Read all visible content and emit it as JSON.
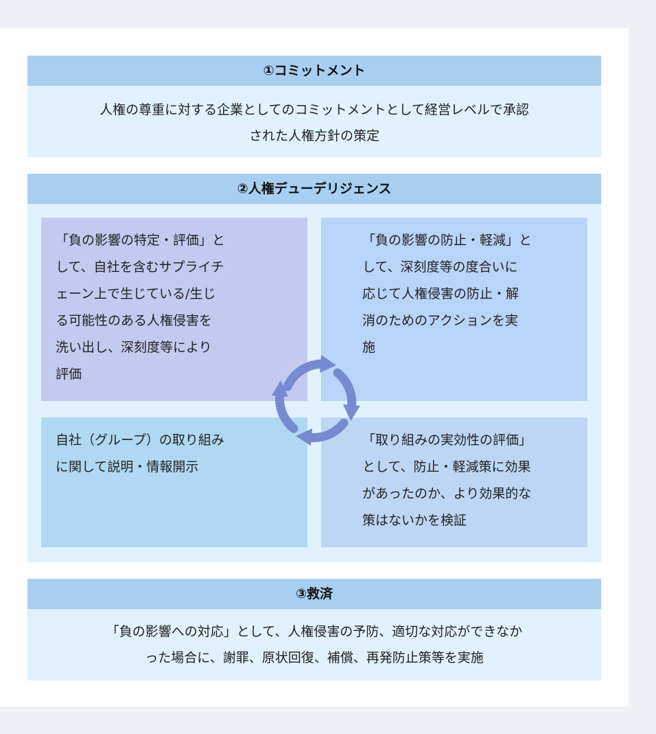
{
  "sections": {
    "commitment": {
      "title": "①コミットメント",
      "body": "人権の尊重に対する企業としてのコミットメントとして経営レベルで承認\nされた人権方針の策定"
    },
    "due_diligence": {
      "title": "②人権デューデリジェンス",
      "quadrants": {
        "top_left": "「負の影響の特定・評価」と\nして、自社を含むサプライチ\nェーン上で生じている/生じ\nる可能性のある人権侵害を\n洗い出し、深刻度等により\n評価",
        "top_right": "「負の影響の防止・軽減」と\nして、深刻度等の度合いに\n応じて人権侵害の防止・解\n消のためのアクションを実\n施",
        "bottom_left": "自社（グループ）の取り組み\nに関して説明・情報開示",
        "bottom_right": "「取り組みの実効性の評価」\nとして、防止・軽減策に効果\nがあったのか、より効果的な\n策はないかを検証"
      },
      "cycle_icon": "cycle-arrows-icon"
    },
    "remedy": {
      "title": "③救済",
      "body": "「負の影響への対応」として、人権侵害の予防、適切な対応ができなか\nった場合に、謝罪、原状回復、補償、再発防止策等を実施"
    }
  },
  "colors": {
    "page_bg": "#edf1f5",
    "panel_bg": "#ffffff",
    "header_bg": "#a8cef0",
    "body_bg": "#e0f2fe",
    "quad_tl": "#c2caf0",
    "quad_tr": "#b8d4f8",
    "quad_bl": "#b0d8f2",
    "quad_br": "#bcd6f4",
    "cycle_arrow": "#7789cf"
  }
}
